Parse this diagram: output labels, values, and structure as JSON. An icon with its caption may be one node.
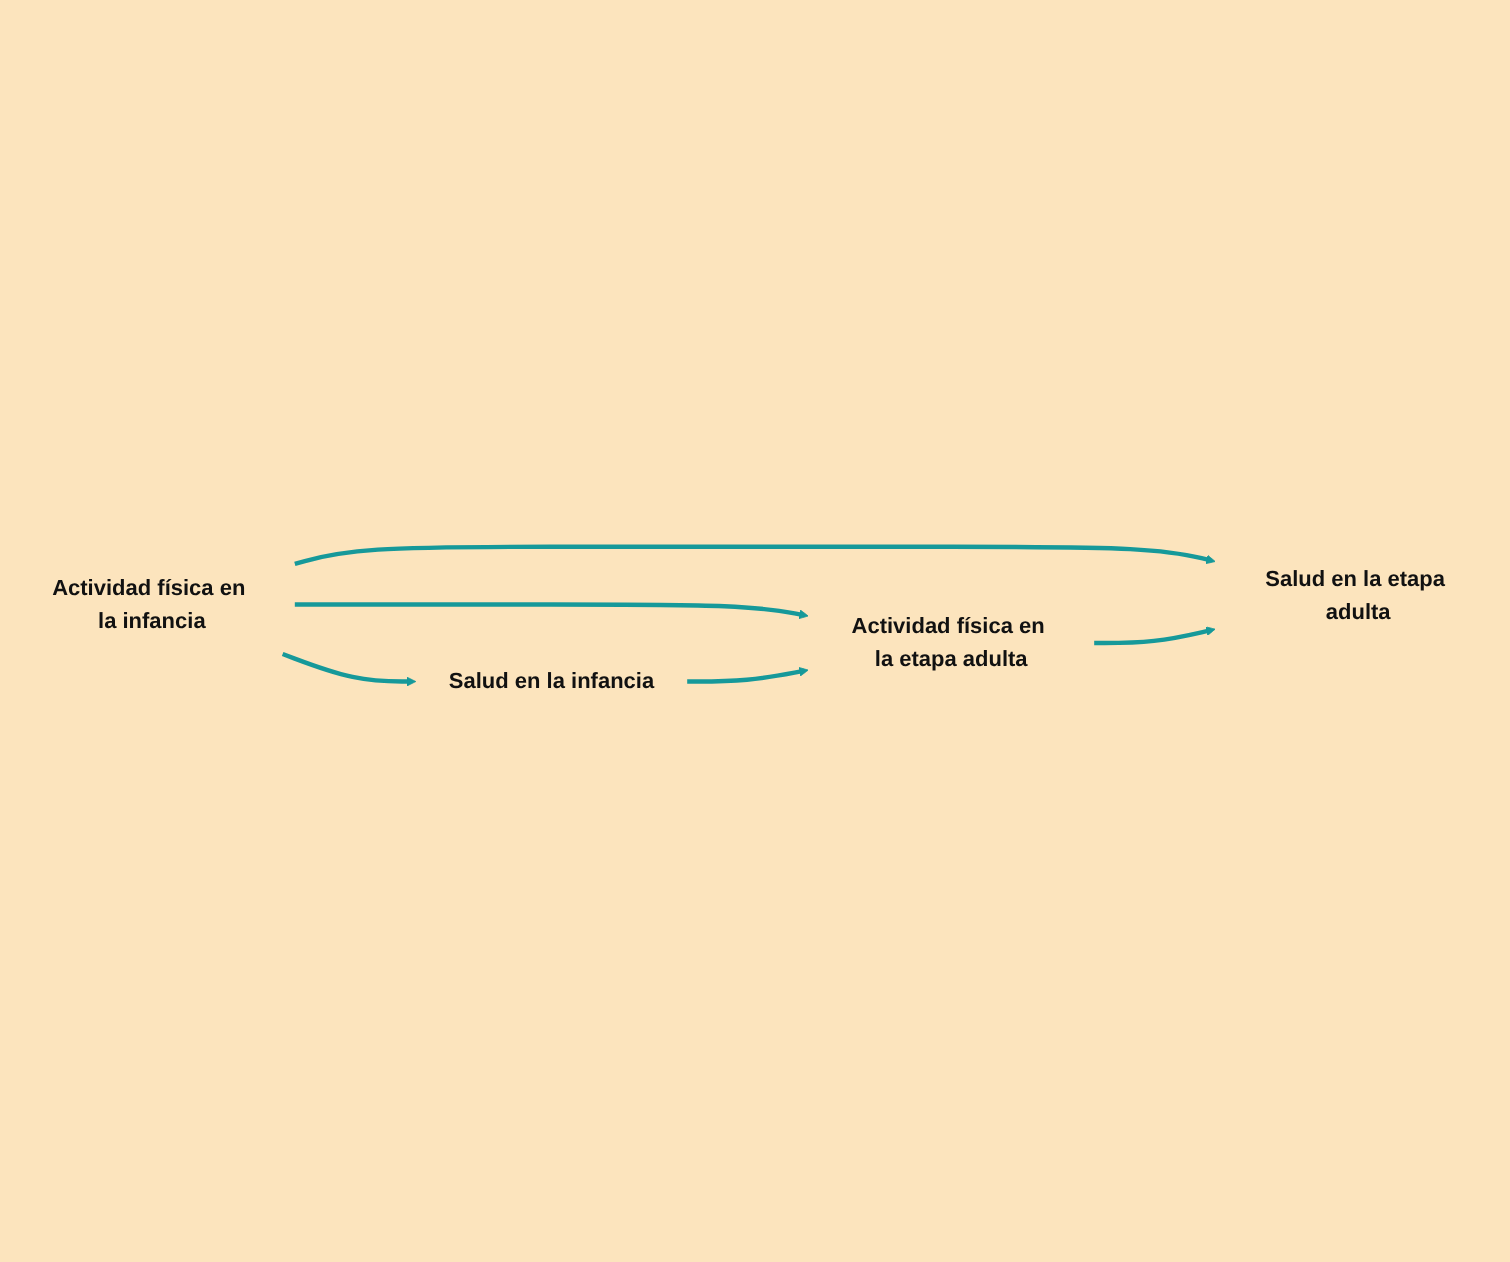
{
  "diagram": {
    "nodes": [
      {
        "text": [
          "Actividad física en la infancia"
        ]
      },
      {
        "text": [
          "Salud en la infancia"
        ]
      },
      {
        "text": [
          "Actividad física en la etapa adulta"
        ]
      },
      {
        "text": [
          "Salud en la etapa adulta"
        ]
      }
    ],
    "edges": [
      {
        "from": 0,
        "to": 1,
        "arrow": "to"
      },
      {
        "from": 0,
        "to": 2,
        "arrow": "to"
      },
      {
        "from": 0,
        "to": 3,
        "arrow": "to"
      },
      {
        "from": 1,
        "to": 2,
        "arrow": "to"
      },
      {
        "from": 2,
        "to": 3,
        "arrow": "to"
      }
    ]
  }
}
